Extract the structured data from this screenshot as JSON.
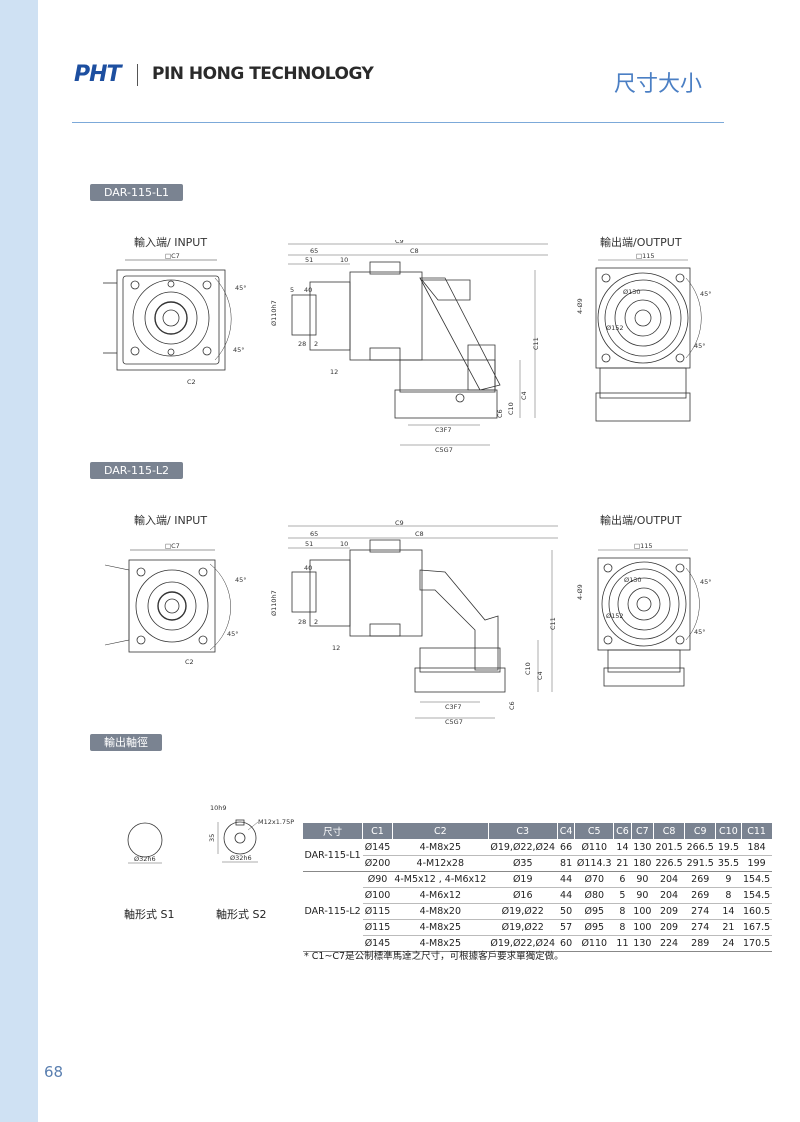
{
  "header": {
    "logo": "PHT",
    "company": "PIN HONG TECHNOLOGY",
    "page_title": "尺寸大小"
  },
  "page_number": "68",
  "sections": {
    "l1": {
      "tag": "DAR-115-L1",
      "input_label": "輸入端/ INPUT",
      "output_label": "輸出端/OUTPUT"
    },
    "l2": {
      "tag": "DAR-115-L2",
      "input_label": "輸入端/ INPUT",
      "output_label": "輸出端/OUTPUT"
    },
    "shaft": {
      "tag": "輸出軸徑",
      "s1_label": "軸形式 S1",
      "s2_label": "軸形式 S2"
    }
  },
  "dims": {
    "c7": "□C7",
    "c2": "C2",
    "c9": "C9",
    "c8": "C8",
    "c11": "C11",
    "c4": "C4",
    "c6": "C6",
    "c10": "C10",
    "c3": "C3F7",
    "c5": "C5G7",
    "d65": "65",
    "d51": "51",
    "d10": "10",
    "d40": "40",
    "d5": "5",
    "d28": "28",
    "d2": "2",
    "d12": "12",
    "d110": "Ø110h7",
    "sq115": "□115",
    "hole": "4-Ø9",
    "d130": "Ø130",
    "d152": "Ø152",
    "a45": "45°",
    "s_key": "10h9",
    "s_thread": "M12x1.75P",
    "s_35": "35",
    "s_dia": "Ø32h6"
  },
  "table": {
    "headers": [
      "尺寸",
      "C1",
      "C2",
      "C3",
      "C4",
      "C5",
      "C6",
      "C7",
      "C8",
      "C9",
      "C10",
      "C11"
    ],
    "groups": [
      {
        "model": "DAR-115-L1",
        "rows": [
          [
            "Ø145",
            "4-M8x25",
            "Ø19,Ø22,Ø24",
            "66",
            "Ø110",
            "14",
            "130",
            "201.5",
            "266.5",
            "19.5",
            "184"
          ],
          [
            "Ø200",
            "4-M12x28",
            "Ø35",
            "81",
            "Ø114.3",
            "21",
            "180",
            "226.5",
            "291.5",
            "35.5",
            "199"
          ]
        ]
      },
      {
        "model": "DAR-115-L2",
        "rows": [
          [
            "Ø90",
            "4-M5x12 , 4-M6x12",
            "Ø19",
            "44",
            "Ø70",
            "6",
            "90",
            "204",
            "269",
            "9",
            "154.5"
          ],
          [
            "Ø100",
            "4-M6x12",
            "Ø16",
            "44",
            "Ø80",
            "5",
            "90",
            "204",
            "269",
            "8",
            "154.5"
          ],
          [
            "Ø115",
            "4-M8x20",
            "Ø19,Ø22",
            "50",
            "Ø95",
            "8",
            "100",
            "209",
            "274",
            "14",
            "160.5"
          ],
          [
            "Ø115",
            "4-M8x25",
            "Ø19,Ø22",
            "57",
            "Ø95",
            "8",
            "100",
            "209",
            "274",
            "21",
            "167.5"
          ],
          [
            "Ø145",
            "4-M8x25",
            "Ø19,Ø22,Ø24",
            "60",
            "Ø110",
            "11",
            "130",
            "224",
            "289",
            "24",
            "170.5"
          ]
        ]
      }
    ]
  },
  "footnote": "* C1~C7是公制標準馬達之尺寸，可根據客戶要求單獨定做。",
  "colors": {
    "accent": "#4b7fc4",
    "tag_bg": "#7a8391",
    "side_strip": "#cfe1f3"
  }
}
